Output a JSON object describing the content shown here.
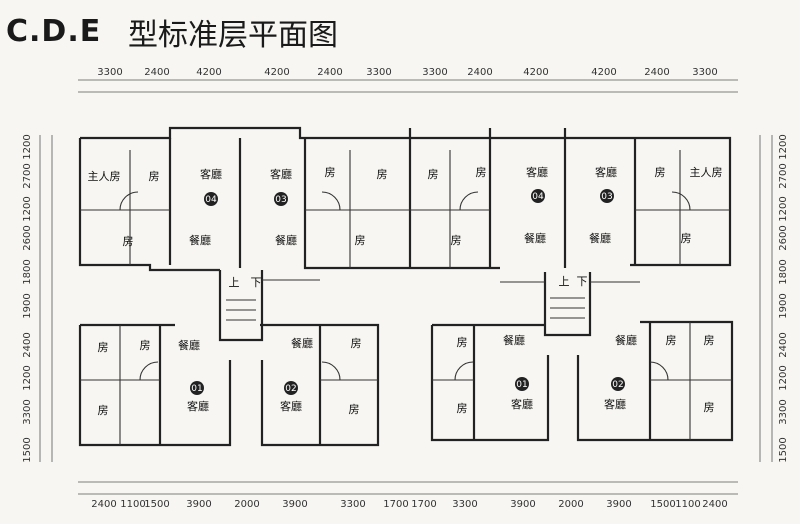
{
  "title": {
    "code": "C.D.E",
    "text": "型标准层平面图"
  },
  "dims": {
    "top": [
      "3300",
      "2400",
      "4200",
      "4200",
      "2400",
      "3300",
      "3300",
      "2400",
      "4200",
      "4200",
      "2400",
      "3300"
    ],
    "bottom": [
      "2400",
      "1100",
      "1500",
      "3900",
      "2000",
      "3900",
      "3300",
      "1700",
      "1700",
      "3300",
      "3900",
      "2000",
      "3900",
      "1500",
      "1100",
      "2400"
    ],
    "left": [
      "1200",
      "2700",
      "1200",
      "2600",
      "1800",
      "1900",
      "2400",
      "1200",
      "3300",
      "1500"
    ],
    "right": [
      "1200",
      "2700",
      "1200",
      "2600",
      "1800",
      "1900",
      "2400",
      "1200",
      "3300",
      "1500"
    ]
  },
  "rooms": {
    "master": "主人房",
    "room": "房",
    "living": "客廳",
    "dining": "餐廳",
    "up": "上",
    "down": "下"
  },
  "units": [
    "04",
    "03",
    "04",
    "03",
    "01",
    "02",
    "01",
    "02"
  ]
}
